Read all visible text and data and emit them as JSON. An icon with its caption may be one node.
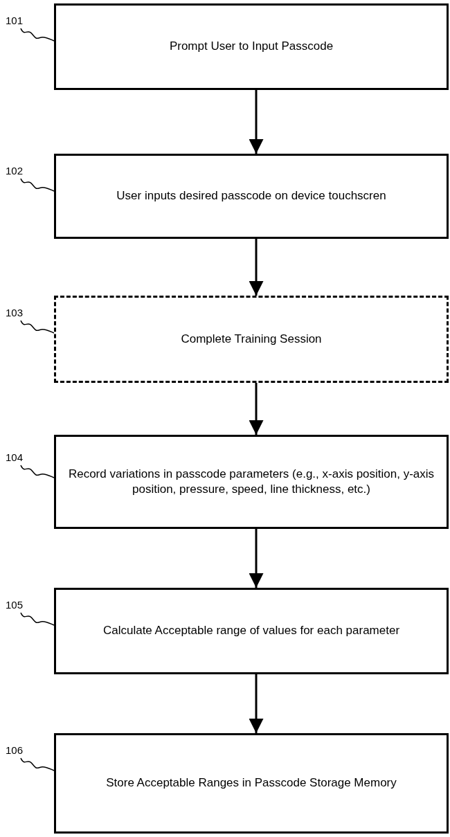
{
  "diagram": {
    "nodes": [
      {
        "text": [
          "101"
        ]
      },
      {
        "text": [
          "Prompt User to Input Passcode"
        ]
      },
      {
        "text": [
          "102"
        ]
      },
      {
        "text": [
          "User inputs desired passcode on device touchscren"
        ]
      },
      {
        "text": [
          "103"
        ]
      },
      {
        "text": [
          "Complete Training Session"
        ]
      },
      {
        "text": [
          "104"
        ]
      },
      {
        "text": [
          "Record variations in passcode parameters (e.g., x-axis position, y-axis position, pressure, speed, line thickness, etc.)"
        ]
      },
      {
        "text": [
          "105"
        ]
      },
      {
        "text": [
          "Calculate Acceptable range of values for each parameter"
        ]
      },
      {
        "text": [
          "106"
        ]
      },
      {
        "text": [
          "Store Acceptable Ranges in Passcode Storage Memory"
        ]
      }
    ],
    "edges": [
      {
        "from": 0,
        "to": 1,
        "arrow": "none"
      },
      {
        "from": 1,
        "to": 3,
        "arrow": "to"
      },
      {
        "from": 2,
        "to": 3,
        "arrow": "none"
      },
      {
        "from": 3,
        "to": 5,
        "arrow": "to"
      },
      {
        "from": 4,
        "to": 5,
        "arrow": "none"
      },
      {
        "from": 5,
        "to": 7,
        "arrow": "to"
      },
      {
        "from": 6,
        "to": 7,
        "arrow": "none"
      },
      {
        "from": 7,
        "to": 9,
        "arrow": "to"
      },
      {
        "from": 8,
        "to": 9,
        "arrow": "none"
      },
      {
        "from": 9,
        "to": 11,
        "arrow": "to"
      },
      {
        "from": 10,
        "to": 11,
        "arrow": "none"
      }
    ]
  }
}
